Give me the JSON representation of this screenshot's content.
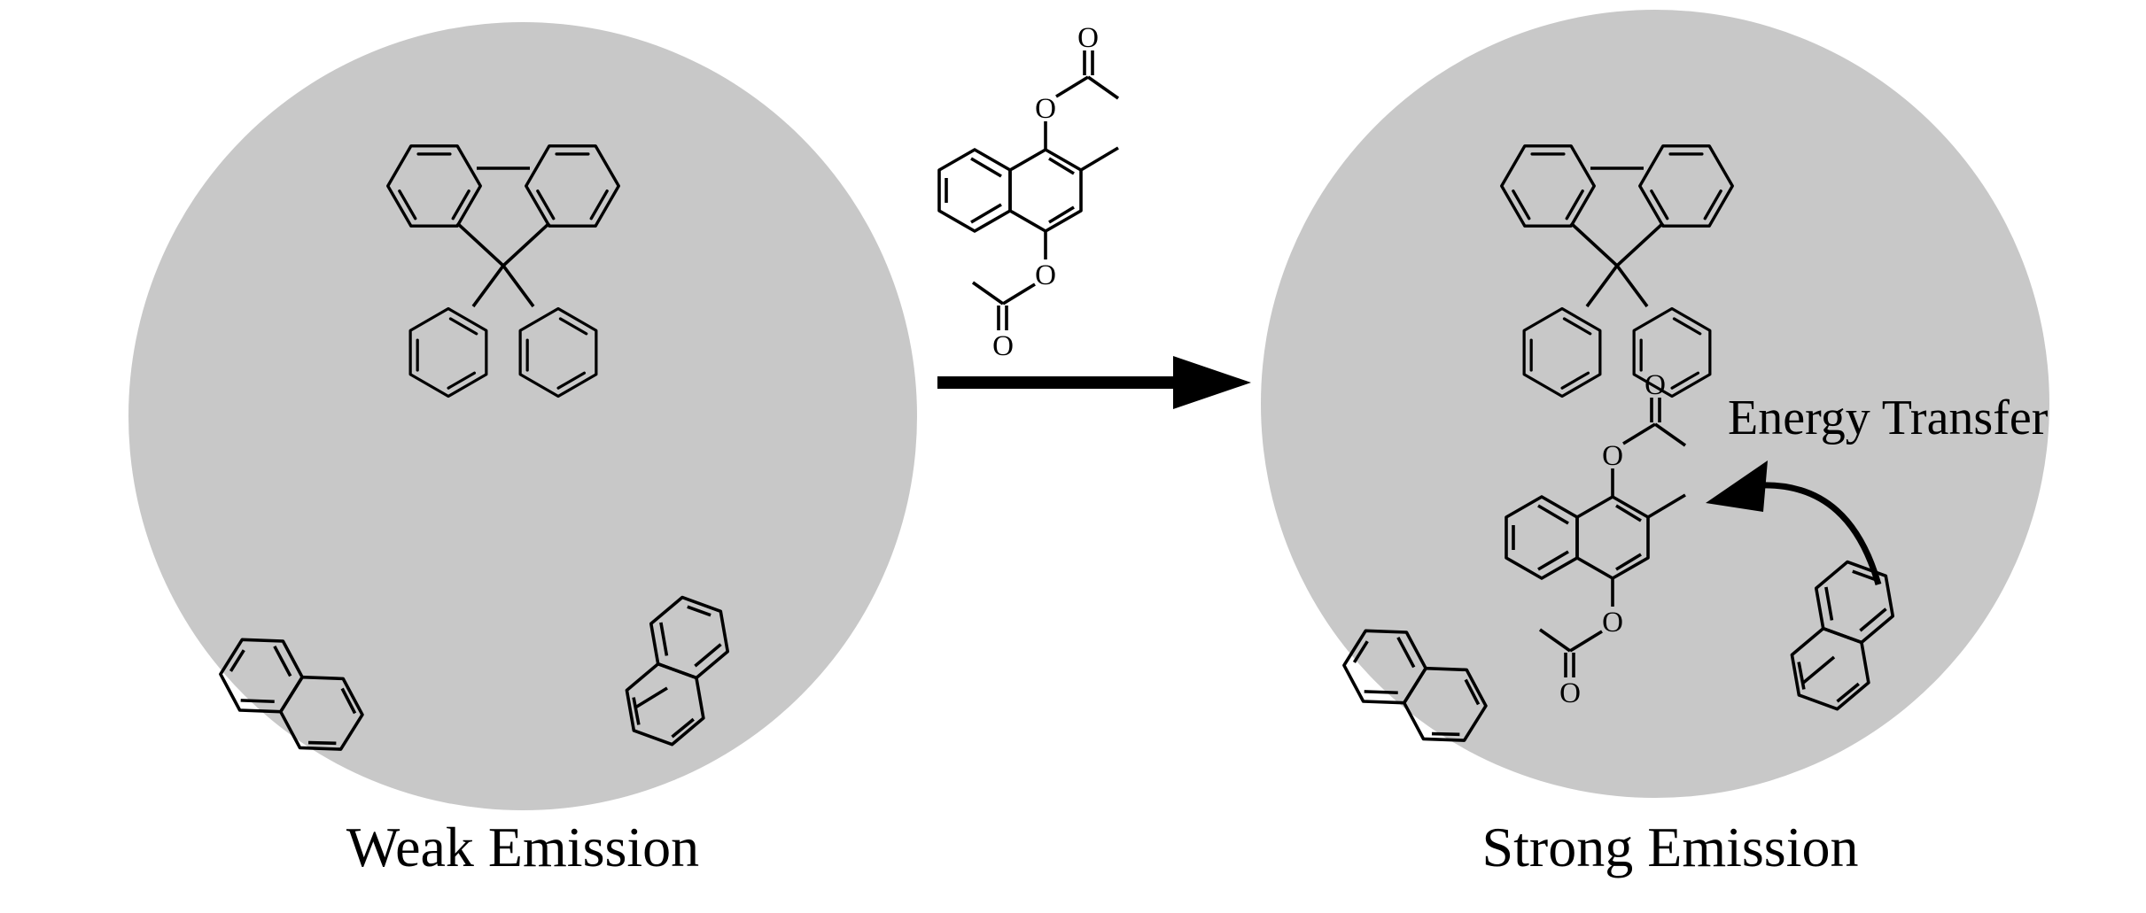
{
  "left_panel": {
    "caption": "Weak Emission"
  },
  "right_panel": {
    "caption": "Strong Emission",
    "annotation": "Energy Transfer"
  },
  "atom_labels": {
    "oxygen": "O"
  },
  "colors": {
    "sphere_fill": "#c8c8c8",
    "ink": "#000000"
  },
  "molecules": {
    "fluorene": "9,9-diphenylfluorene",
    "naphthalene": "naphthalene",
    "methylnaphthalene": "1-methylnaphthalene",
    "diacetate": "2-methyl-1,4-naphthalenediyl diacetate"
  }
}
